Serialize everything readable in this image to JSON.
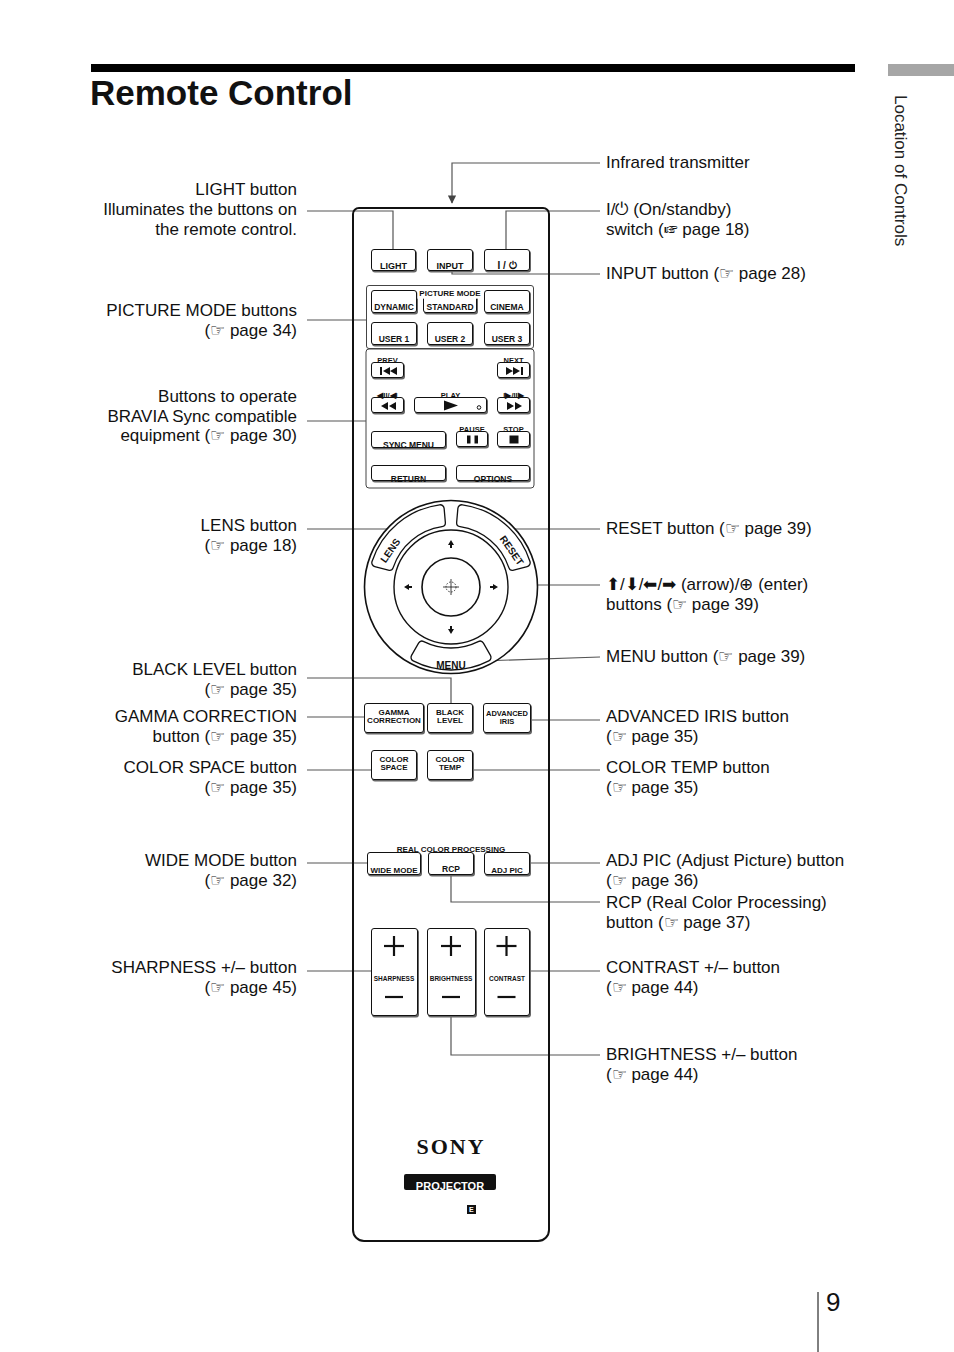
{
  "diagram": {
    "title": "Remote Control",
    "nodes": [
      {
        "text": [
          "SONY"
        ]
      },
      {
        "text": [
          "LIGHT"
        ],
        "in": 0
      },
      {
        "text": [
          "INPUT"
        ],
        "in": 0
      },
      {
        "text": [
          "I / ⏻"
        ],
        "in": 0
      },
      {
        "text": [
          "PICTURE MODE"
        ],
        "in": 0
      },
      {
        "text": [
          "DYNAMIC"
        ],
        "in": 4
      },
      {
        "text": [
          "STANDARD"
        ],
        "in": 4
      },
      {
        "text": [
          "CINEMA"
        ],
        "in": 4
      },
      {
        "text": [
          "USER 1"
        ],
        "in": 4
      },
      {
        "text": [
          "USER 2"
        ],
        "in": 4
      },
      {
        "text": [
          "USER 3"
        ],
        "in": 4
      },
      {
        "text": [
          "PREV"
        ],
        "in": 0
      },
      {
        "text": [
          "NEXT"
        ],
        "in": 0
      },
      {
        "text": [
          "◀II/◀I"
        ],
        "in": 0
      },
      {
        "text": [
          "PLAY"
        ],
        "in": 0
      },
      {
        "text": [
          "I▶/II▶"
        ],
        "in": 0
      },
      {
        "text": [
          "SYNC MENU"
        ],
        "in": 0
      },
      {
        "text": [
          "PAUSE"
        ],
        "in": 0
      },
      {
        "text": [
          "STOP"
        ],
        "in": 0
      },
      {
        "text": [
          "RETURN"
        ],
        "in": 0
      },
      {
        "text": [
          "OPTIONS"
        ],
        "in": 0
      },
      {
        "text": [
          "LENS",
          "RESET",
          "MENU"
        ],
        "in": 0
      },
      {
        "text": [
          "GAMMA CORRECTION"
        ],
        "in": 0
      },
      {
        "text": [
          "BLACK LEVEL"
        ],
        "in": 0
      },
      {
        "text": [
          "ADVANCED IRIS"
        ],
        "in": 0
      },
      {
        "text": [
          "COLOR SPACE"
        ],
        "in": 0
      },
      {
        "text": [
          "COLOR TEMP"
        ],
        "in": 0
      },
      {
        "text": [
          "WIDE MODE"
        ],
        "in": 0
      },
      {
        "text": [
          "RCP"
        ],
        "in": 0
      },
      {
        "text": [
          "ADJ PIC"
        ],
        "in": 0
      },
      {
        "text": [
          "SHARPNESS"
        ],
        "in": 0
      },
      {
        "text": [
          "BRIGHTNESS"
        ],
        "in": 0
      },
      {
        "text": [
          "CONTRAST"
        ],
        "in": 0
      },
      {
        "text": [
          "PROJECTOR"
        ],
        "in": 0
      }
    ],
    "labels": [
      "Infrared transmitter",
      "LIGHT button",
      "Illuminates the buttons on the remote control.",
      "I/⏻ (On/standby) switch (☞ page 18)",
      "INPUT button (☞ page 28)",
      "PICTURE MODE buttons (☞ page 34)",
      "Buttons to operate BRAVIA Sync compatible equipment (☞ page 30)",
      "LENS button (☞ page 18)",
      "RESET button (☞ page 39)",
      "⬆/⬇/⬅/➡ (arrow)/⊕ (enter) buttons (☞ page 39)",
      "MENU button (☞ page 39)",
      "BLACK LEVEL button (☞ page 35)",
      "GAMMA CORRECTION button (☞ page 35)",
      "ADVANCED IRIS button (☞ page 35)",
      "COLOR SPACE button (☞ page 35)",
      "COLOR TEMP button (☞ page 35)",
      "WIDE MODE button (☞ page 32)",
      "ADJ PIC (Adjust Picture) button (☞ page 36)",
      "RCP (Real Color Processing) button (☞ page 37)",
      "SHARPNESS +/– button (☞ page 45)",
      "CONTRAST +/– button (☞ page 44)",
      "BRIGHTNESS +/– button (☞ page 44)",
      "REAL COLOR PROCESSING",
      "E",
      "Location of Controls",
      "9"
    ]
  }
}
